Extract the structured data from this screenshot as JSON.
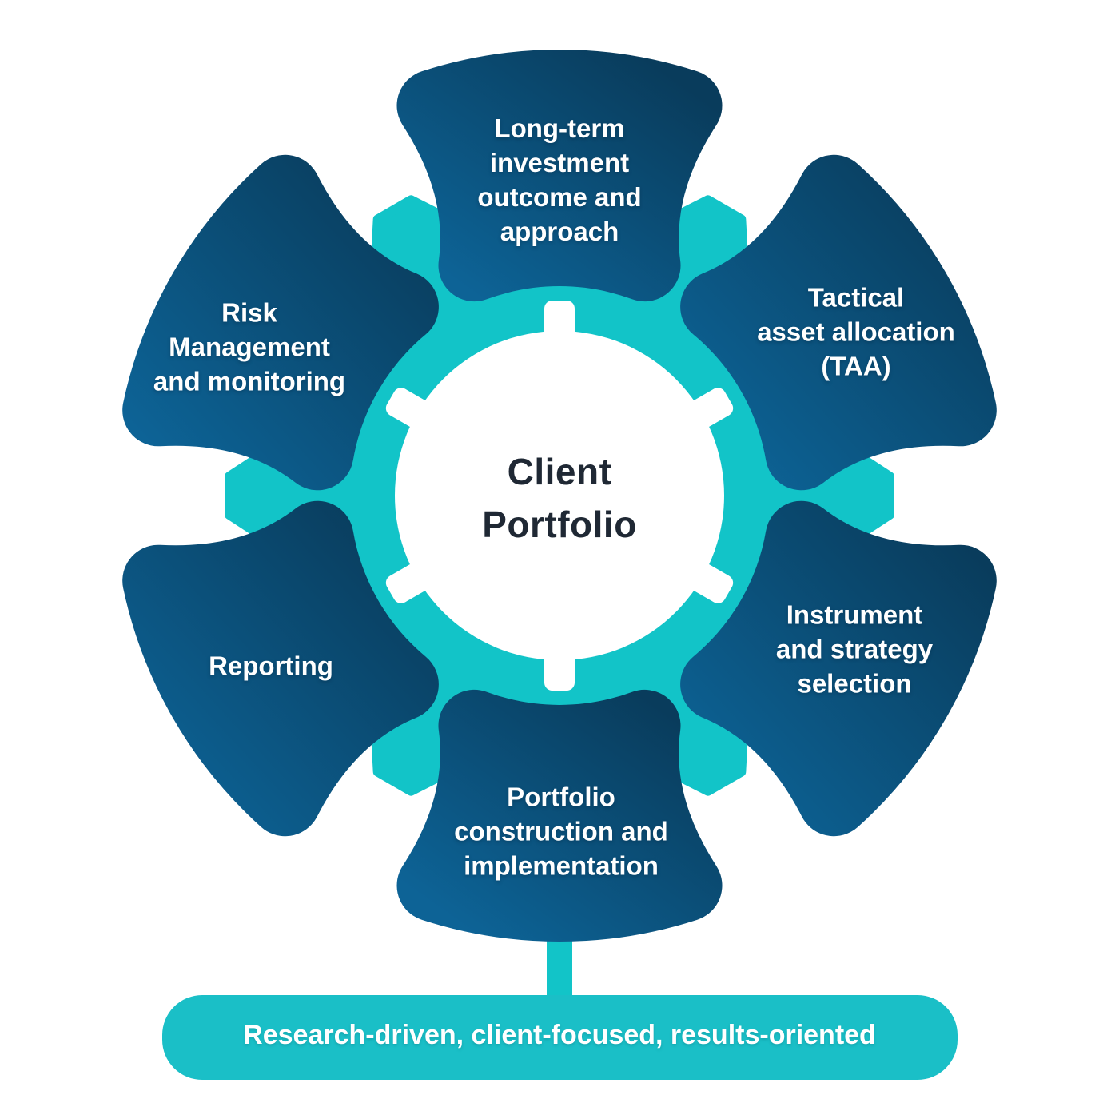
{
  "center": {
    "label": "Client\nPortfolio"
  },
  "petals": [
    {
      "id": "long-term-investment",
      "label": "Long-term\ninvestment\noutcome and\napproach"
    },
    {
      "id": "tactical-asset-allocation",
      "label": "Tactical\nasset allocation\n(TAA)"
    },
    {
      "id": "instrument-strategy",
      "label": "Instrument\nand strategy\nselection"
    },
    {
      "id": "portfolio-construction",
      "label": "Portfolio\nconstruction and\nimplementation"
    },
    {
      "id": "reporting",
      "label": "Reporting"
    },
    {
      "id": "risk-management",
      "label": "Risk\nManagement\nand monitoring"
    }
  ],
  "banner": {
    "label": "Research-driven, client-focused, results-oriented"
  },
  "colors": {
    "teal": "#12C4C8",
    "banner_teal": "#1ABFC7",
    "petal_gradient_start": "#0D6396",
    "petal_gradient_end": "#093C5C",
    "center_text": "#1F2834",
    "label_text": "#FFFFFF",
    "background": "#FFFFFF"
  }
}
